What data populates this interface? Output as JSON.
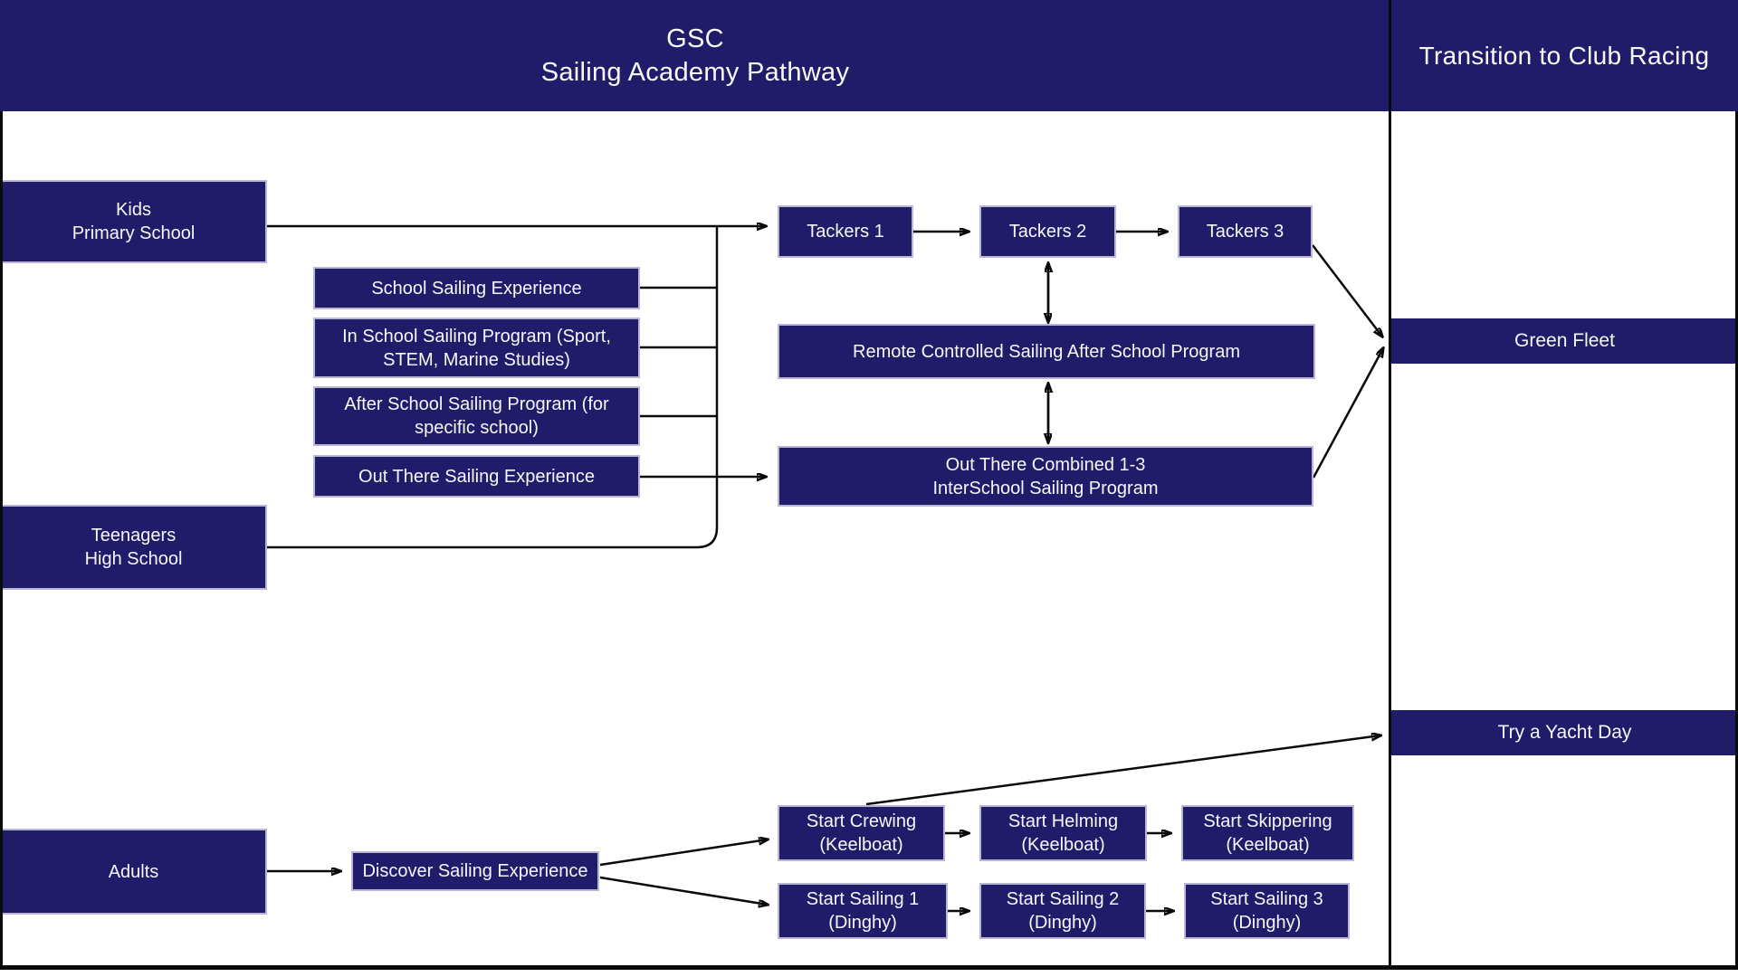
{
  "header": {
    "title": "GSC\nSailing Academy Pathway",
    "right_title": "Transition to Club Racing"
  },
  "nodes": {
    "kids": {
      "label": "Kids\nPrimary School"
    },
    "teenagers": {
      "label": "Teenagers\nHigh School"
    },
    "adults": {
      "label": "Adults"
    },
    "school_sailing_experience": {
      "label": "School Sailing Experience"
    },
    "in_school_sailing_program": {
      "label": "In School Sailing Program (Sport,\nSTEM, Marine Studies)"
    },
    "after_school_sailing_program": {
      "label": "After School Sailing Program (for\nspecific school)"
    },
    "out_there_sailing_experience": {
      "label": "Out There Sailing Experience"
    },
    "tackers_1": {
      "label": "Tackers 1"
    },
    "tackers_2": {
      "label": "Tackers 2"
    },
    "tackers_3": {
      "label": "Tackers 3"
    },
    "remote_controlled": {
      "label": "Remote Controlled Sailing After School Program"
    },
    "out_there_combined": {
      "label": "Out There Combined 1-3\nInterSchool Sailing Program"
    },
    "green_fleet": {
      "label": "Green Fleet"
    },
    "try_a_yacht_day": {
      "label": "Try a Yacht Day"
    },
    "discover_sailing_experience": {
      "label": "Discover Sailing Experience"
    },
    "start_crewing": {
      "label": "Start Crewing\n(Keelboat)"
    },
    "start_helming": {
      "label": "Start Helming\n(Keelboat)"
    },
    "start_skippering": {
      "label": "Start Skippering\n(Keelboat)"
    },
    "start_sailing_1": {
      "label": "Start Sailing 1\n(Dinghy)"
    },
    "start_sailing_2": {
      "label": "Start Sailing 2\n(Dinghy)"
    },
    "start_sailing_3": {
      "label": "Start Sailing 3\n(Dinghy)"
    }
  },
  "colors": {
    "navy": "#201c6a",
    "line": "#0a0a0a",
    "box_border": "#b8b6d2",
    "text": "#f7f7fb",
    "background": "#ffffff"
  }
}
